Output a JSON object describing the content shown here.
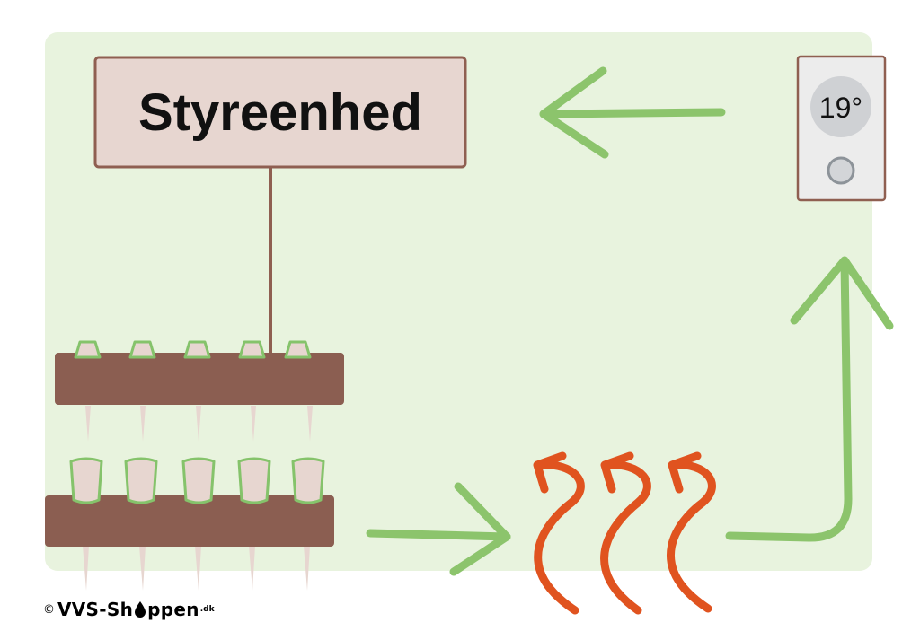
{
  "control_unit": {
    "label": "Styreenhed"
  },
  "thermostat": {
    "temperature": "19°"
  },
  "brand": {
    "copyright_symbol": "©",
    "name_before_drop": "VVS-Sh",
    "name_after_drop": "ppen",
    "tld": ".dk"
  },
  "icons": {
    "thermostat": "thermostat-icon",
    "heat_waves": "heat-wave-icon",
    "water_drop": "water-drop-icon"
  },
  "colors": {
    "background_panel": "#e8f3de",
    "control_box_fill": "#e7d6d0",
    "control_box_border": "#8f5f51",
    "manifold_brown": "#8b5e51",
    "valve_green": "#85c36b",
    "arrow_green": "#8cc46c",
    "heat_orange": "#e0531f",
    "thermostat_fill": "#ececec"
  }
}
